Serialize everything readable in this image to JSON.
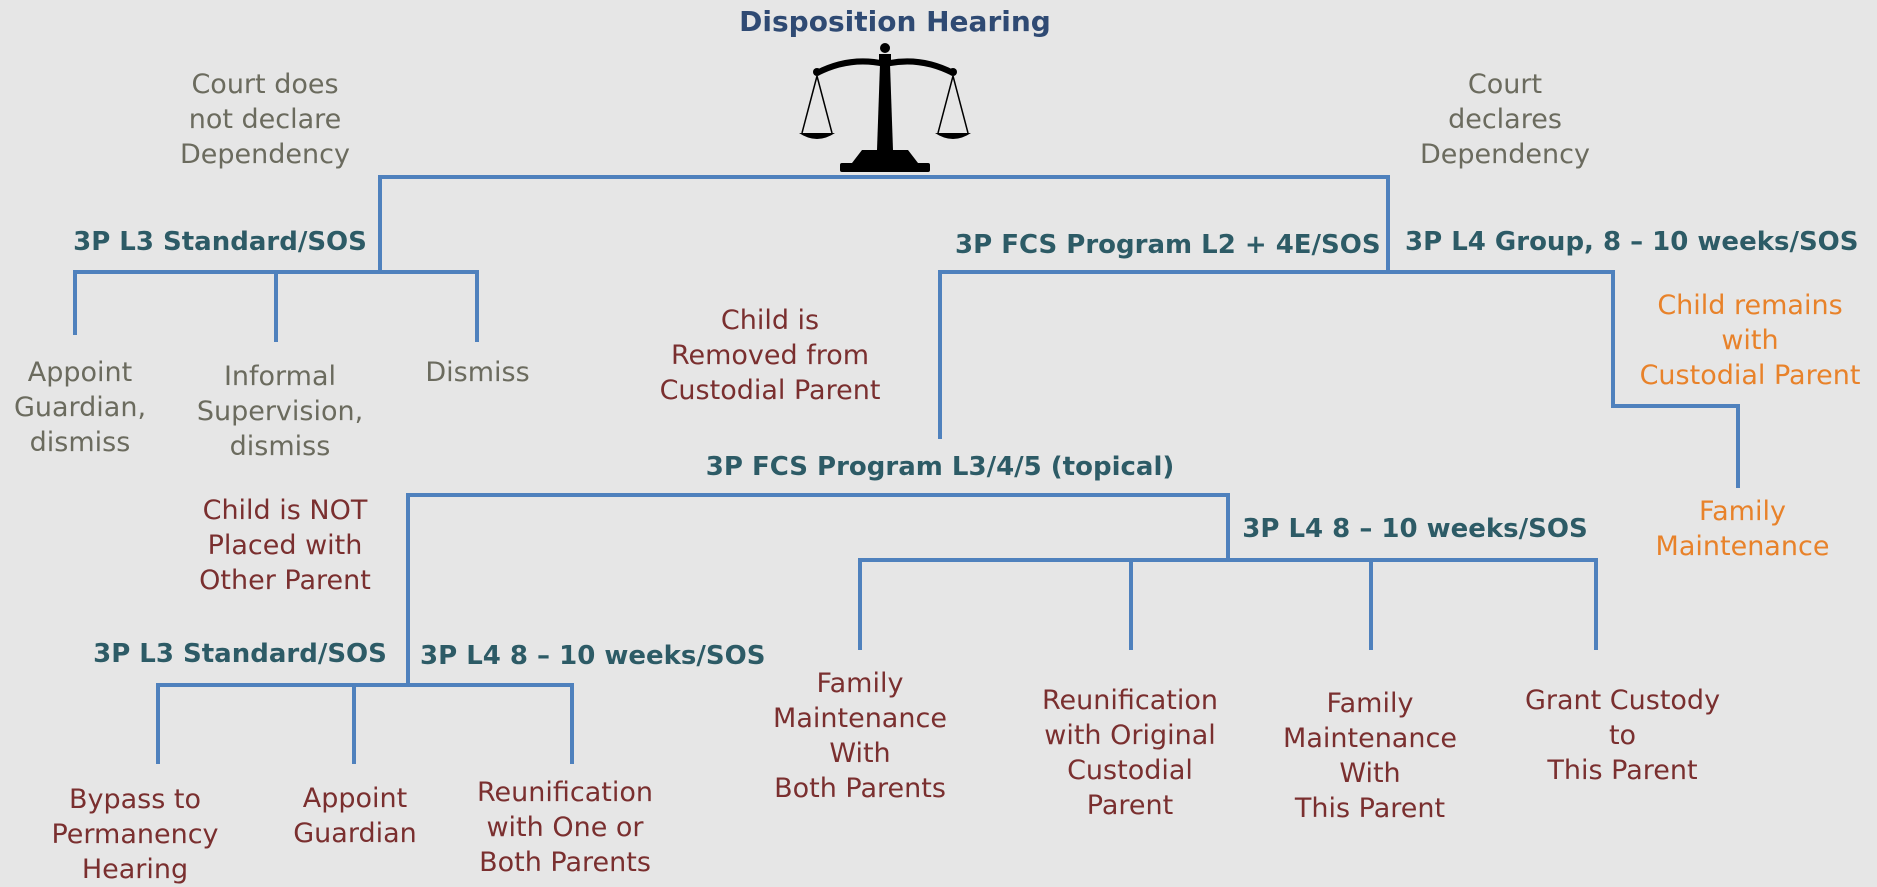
{
  "title": "Disposition Hearing",
  "icon": "scales-of-justice-icon",
  "colors": {
    "line": "#4f81bd",
    "title": "#2f4a73",
    "program": "#2d5b66",
    "gray_text": "#6b6b5e",
    "maroon_text": "#7a2f2f",
    "orange_text": "#e8822a",
    "background": "#e6e6e6"
  },
  "branches": {
    "no_dependency": "Court does\nnot declare\nDependency",
    "dependency": "Court\ndeclares\nDependency"
  },
  "programs": {
    "l3_standard_top": "3P L3 Standard/SOS",
    "fcs_l2": "3P FCS Program L2 + 4E/SOS",
    "l4_group": "3P L4 Group, 8 – 10 weeks/SOS",
    "fcs_l345": "3P FCS Program L3/4/5 (topical)",
    "l4_right": "3P L4 8 – 10 weeks/SOS",
    "l3_standard_bottom": "3P L3 Standard/SOS",
    "l4_bottom": "3P L4 8 – 10 weeks/SOS"
  },
  "conditions": {
    "removed": "Child is\nRemoved from\nCustodial Parent",
    "remains": "Child remains\nwith\nCustodial Parent",
    "not_placed": "Child is NOT\nPlaced with\nOther Parent"
  },
  "outcomes": {
    "appoint_guardian_dismiss": "Appoint\nGuardian,\ndismiss",
    "informal_supervision": "Informal\nSupervision,\ndismiss",
    "dismiss": "Dismiss",
    "family_maintenance_orange": "Family\nMaintenance",
    "bypass": "Bypass to\nPermanency\nHearing",
    "appoint_guardian": "Appoint\nGuardian",
    "reunification_one_both": "Reunification\nwith One or\nBoth Parents",
    "fm_both_parents": "Family\nMaintenance\nWith\nBoth Parents",
    "reunification_original": "Reunification\nwith Original\nCustodial\nParent",
    "fm_this_parent": "Family\nMaintenance\nWith\nThis Parent",
    "grant_custody": "Grant Custody\nto\nThis Parent"
  }
}
